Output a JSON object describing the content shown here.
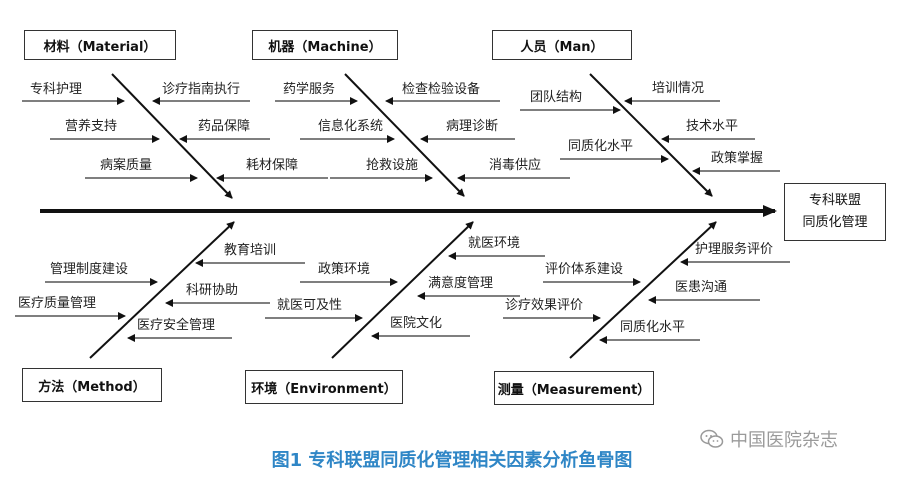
{
  "categories_top": [
    {
      "id": "material",
      "label": "材料（Material）",
      "causes": [
        "专科护理",
        "诊疗指南执行",
        "营养支持",
        "药品保障",
        "病案质量",
        "耗材保障"
      ]
    },
    {
      "id": "machine",
      "label": "机器（Machine）",
      "causes": [
        "药学服务",
        "检查检验设备",
        "信息化系统",
        "病理诊断",
        "抢救设施",
        "消毒供应"
      ]
    },
    {
      "id": "man",
      "label": "人员（Man）",
      "causes": [
        "团队结构",
        "培训情况",
        "技术水平",
        "同质化水平",
        "政策掌握"
      ]
    }
  ],
  "categories_bottom": [
    {
      "id": "method",
      "label": "方法（Method）",
      "causes": [
        "管理制度建设",
        "教育培训",
        "医疗质量管理",
        "科研协助",
        "医疗安全管理"
      ]
    },
    {
      "id": "environment",
      "label": "环境（Environment）",
      "causes": [
        "政策环境",
        "就医环境",
        "满意度管理",
        "就医可及性",
        "医院文化"
      ]
    },
    {
      "id": "measurement",
      "label": "测量（Measurement）",
      "causes": [
        "评价体系建设",
        "护理服务评价",
        "医患沟通",
        "诊疗效果评价",
        "同质化水平"
      ]
    }
  ],
  "effect": {
    "line1": "专科联盟",
    "line2": "同质化管理"
  },
  "caption": "图1  专科联盟同质化管理相关因素分析鱼骨图",
  "watermark": "中国医院杂志",
  "watermark_icon": "wechat-icon",
  "line_color": "#111111",
  "caption_color": "#2f86c6"
}
